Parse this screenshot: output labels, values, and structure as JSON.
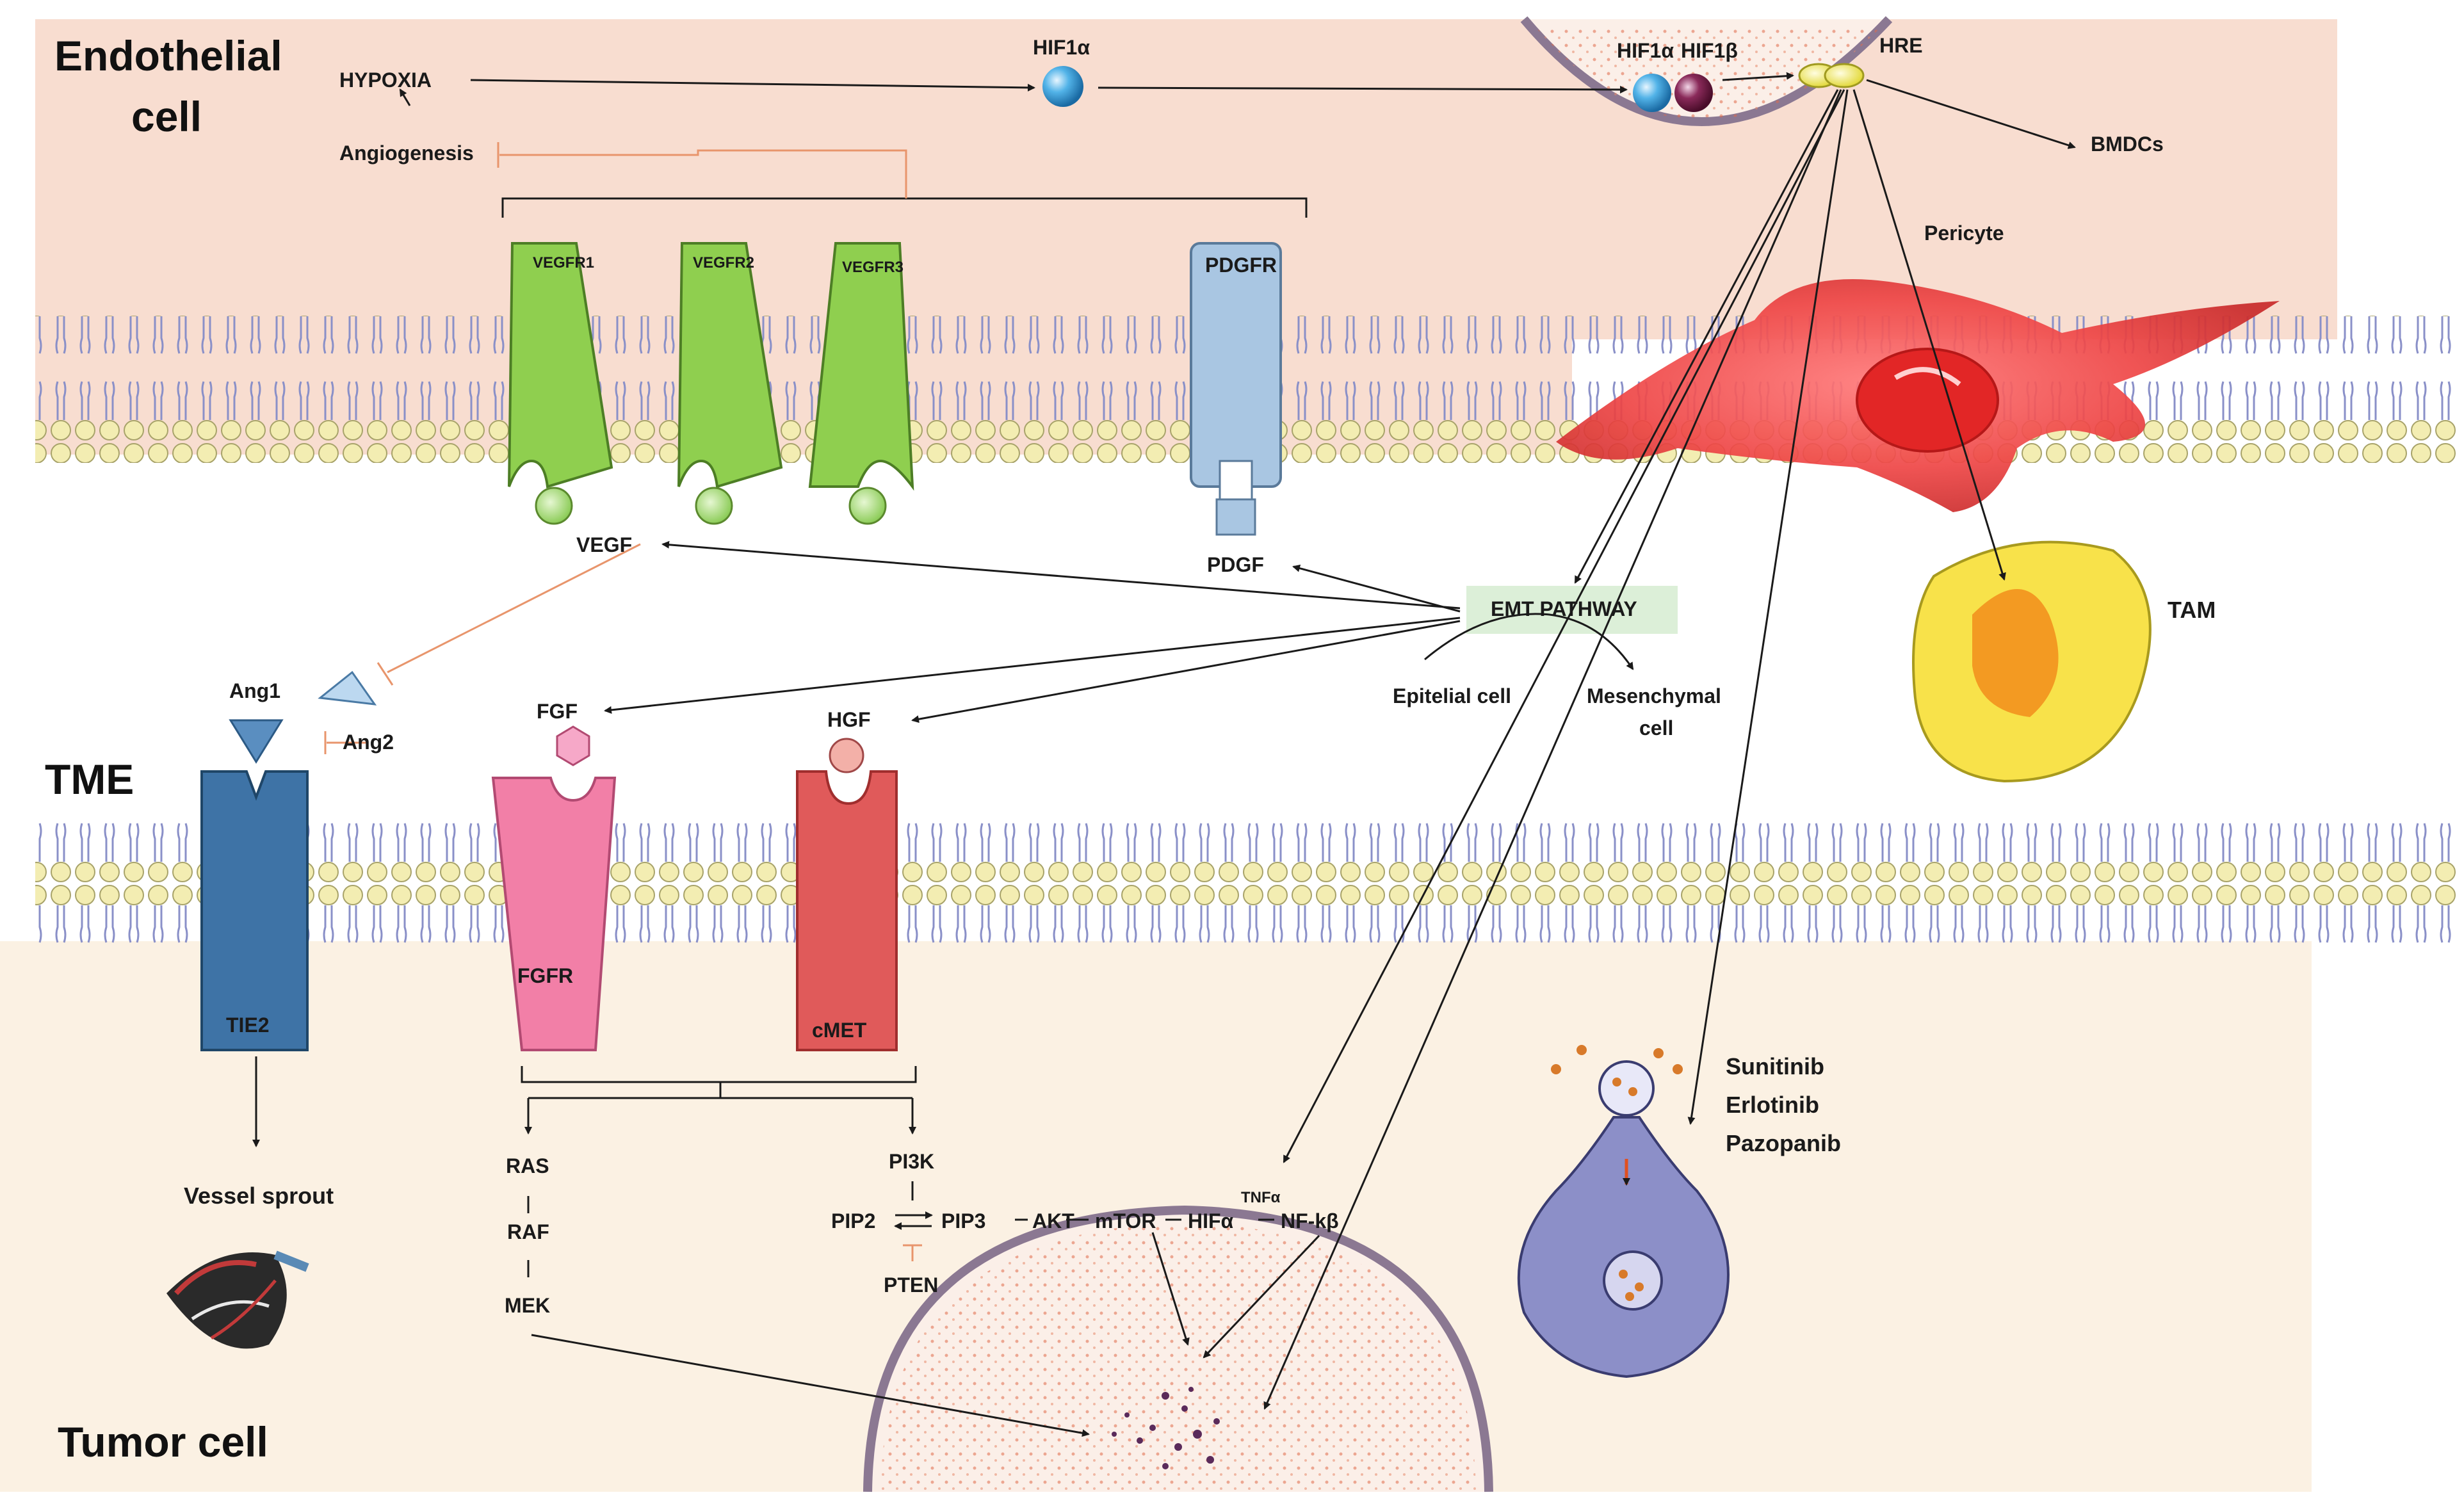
{
  "regions": {
    "endothelial_line1": "Endothelial",
    "endothelial_line2": "cell",
    "tme": "TME",
    "tumor": "Tumor cell"
  },
  "hypoxia": {
    "hypoxia": "HYPOXIA",
    "angiogenesis": "Angiogenesis",
    "hif1a": "HIF1α",
    "hif1a_nuc": "HIF1α",
    "hif1b_nuc": "HIF1β",
    "hre": "HRE",
    "bmdcs": "BMDCs"
  },
  "receptors": {
    "vegfr1": "VEGFR1",
    "vegfr2": "VEGFR2",
    "vegfr3": "VEGFR3",
    "pdgfr": "PDGFR",
    "tie2": "TIE2",
    "fgfr": "FGFR",
    "cmet": "cMET"
  },
  "ligands": {
    "vegf": "VEGF",
    "pdgf": "PDGF",
    "ang1": "Ang1",
    "ang2": "Ang2",
    "fgf": "FGF",
    "hgf": "HGF"
  },
  "cells": {
    "pericyte": "Pericyte",
    "tam": "TAM",
    "vessel_sprout": "Vessel sprout"
  },
  "emt": {
    "pathway": "EMT PATHWAY",
    "epitelial": "Epitelial cell",
    "mesenchymal_line1": "Mesenchymal",
    "mesenchymal_line2": "cell"
  },
  "signaling": {
    "ras": "RAS",
    "raf": "RAF",
    "mek": "MEK",
    "pi3k": "PI3K",
    "pip2": "PIP2",
    "pip3": "PIP3",
    "akt": "AKT",
    "mtor": "mTOR",
    "hifa": "HIFα",
    "tnfa": "TNFα",
    "nfkb": "NF-kβ",
    "pten": "PTEN"
  },
  "drugs": {
    "sunitinib": "Sunitinib",
    "erlotinib": "Erlotinib",
    "pazopanib": "Pazopanib"
  },
  "colors": {
    "endothelial_bg": "#f8ddd0",
    "tumor_bg": "#fbf1e3",
    "vegfr_green": "#8fcf4f",
    "pdgfr_blue": "#a9c6e2",
    "tie2_blue": "#3e73a6",
    "fgfr_pink": "#f27fa7",
    "cmet_red": "#e05a5a",
    "emt_box": "#dcefd8",
    "pericyte_red": "#ef4d4d",
    "tam_yellow": "#f8e24a",
    "inhibit_orange": "#e8956c"
  }
}
